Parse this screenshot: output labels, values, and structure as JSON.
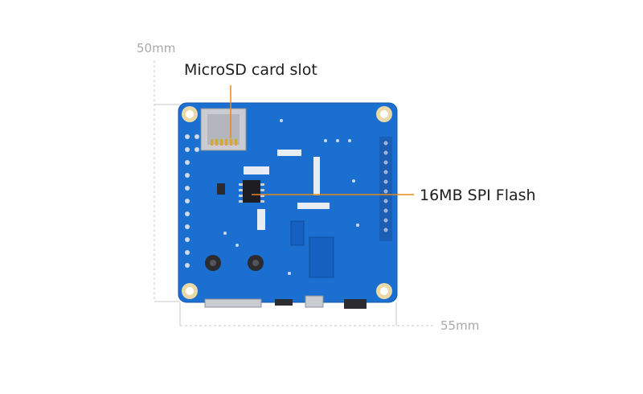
{
  "dimensions": {
    "height_label": "50mm",
    "width_label": "55mm"
  },
  "callouts": [
    {
      "label": "MicroSD card slot"
    },
    {
      "label": "16MB SPI Flash"
    }
  ],
  "colors": {
    "board": "#1a6fd0",
    "leader_line": "#e58a1c",
    "dimension_line": "#c8c8c8"
  }
}
